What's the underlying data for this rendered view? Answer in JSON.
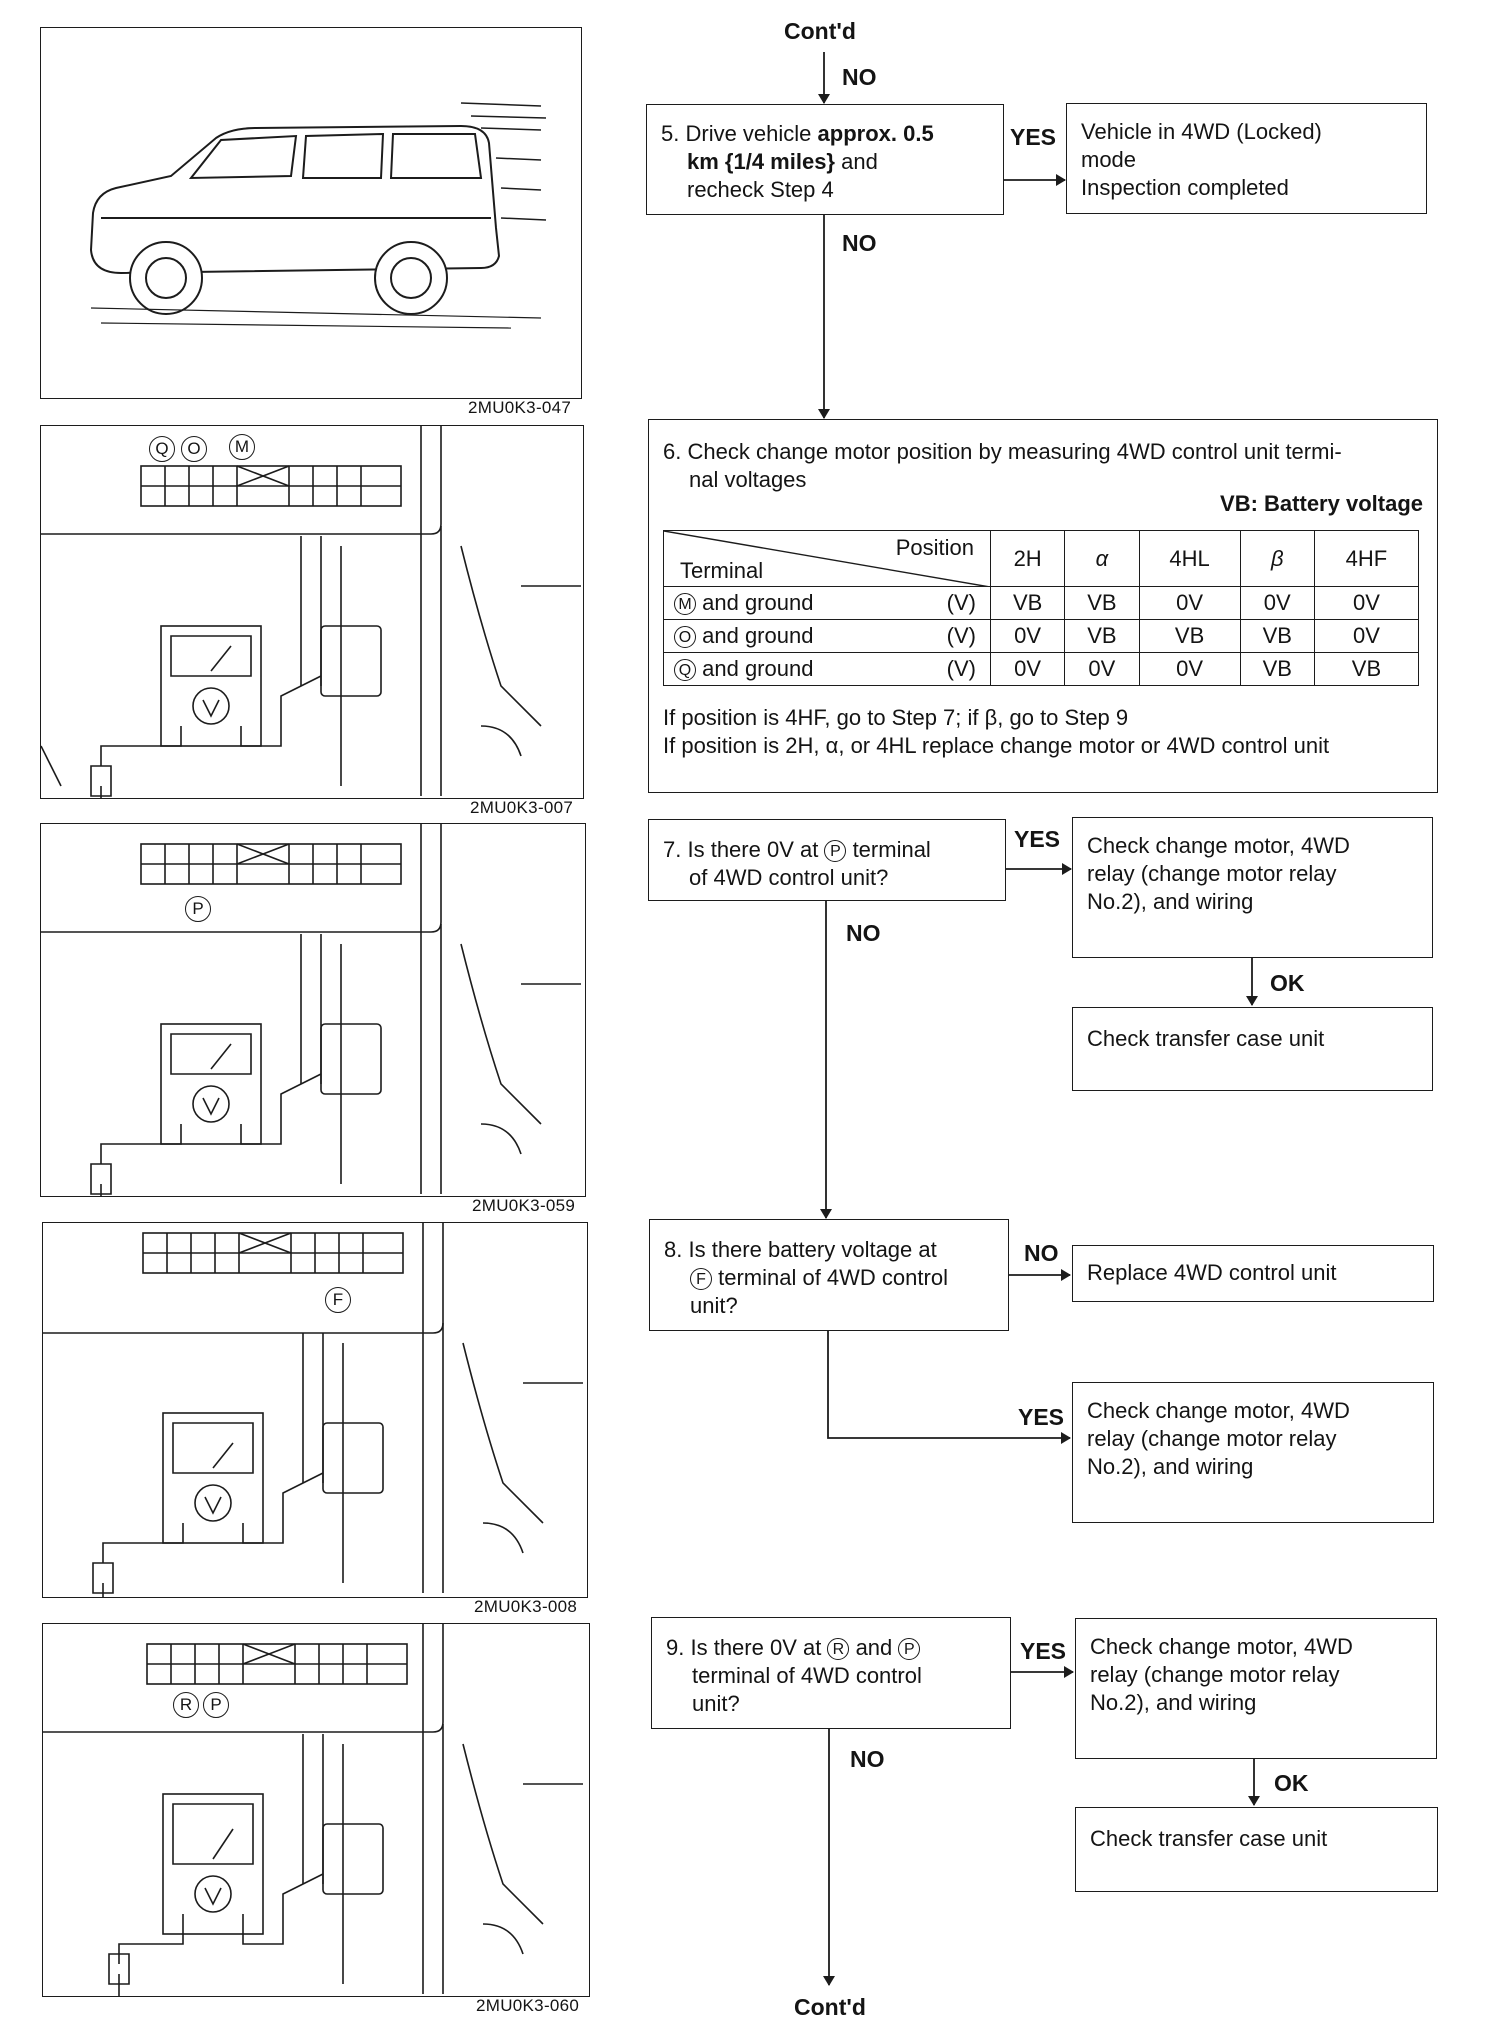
{
  "top_label": "Cont'd",
  "bottom_label": "Cont'd",
  "branch": {
    "yes": "YES",
    "no": "NO",
    "ok": "OK"
  },
  "captions": [
    "2MU0K3-047",
    "2MU0K3-007",
    "2MU0K3-059",
    "2MU0K3-008",
    "2MU0K3-060"
  ],
  "panel_terminals": {
    "p2": [
      "Q",
      "O",
      "M"
    ],
    "p3": [
      "P"
    ],
    "p4": [
      "F"
    ],
    "p5": [
      "R",
      "P"
    ]
  },
  "step5": {
    "num": "5.",
    "line1_plain": "Drive vehicle ",
    "line1_bold": "approx. 0.5",
    "line2_bold": "km {1/4 miles}",
    "line2_plain": " and",
    "line3": "recheck Step 4",
    "result": [
      "Vehicle in 4WD (Locked)",
      "mode",
      "Inspection completed"
    ]
  },
  "step6": {
    "num": "6.",
    "line1": "Check change motor position by measuring 4WD control unit termi-",
    "line2": "nal voltages",
    "vb_note": "VB: Battery voltage",
    "table": {
      "corner_position": "Position",
      "corner_terminal": "Terminal",
      "columns": [
        "2H",
        "α",
        "4HL",
        "β",
        "4HF"
      ],
      "rows": [
        {
          "terminal": "M",
          "label": "and ground",
          "unit": "(V)",
          "values": [
            "VB",
            "VB",
            "0V",
            "0V",
            "0V"
          ]
        },
        {
          "terminal": "O",
          "label": "and ground",
          "unit": "(V)",
          "values": [
            "0V",
            "VB",
            "VB",
            "VB",
            "0V"
          ]
        },
        {
          "terminal": "Q",
          "label": "and ground",
          "unit": "(V)",
          "values": [
            "0V",
            "0V",
            "0V",
            "VB",
            "VB"
          ]
        }
      ]
    },
    "note1": "If position is 4HF, go to Step 7; if β, go to Step 9",
    "note2": "If position is 2H, α, or 4HL replace change motor or 4WD control unit"
  },
  "step7": {
    "num": "7.",
    "line1a": "Is there 0V at ",
    "terminal": "P",
    "line1b": " terminal",
    "line2": "of 4WD control unit?",
    "yes_result": [
      "Check change motor, 4WD",
      "relay (change motor relay",
      "No.2), and wiring"
    ],
    "ok_result": "Check transfer case unit"
  },
  "step8": {
    "num": "8.",
    "line1": "Is there battery voltage at",
    "terminal": "F",
    "line2b": " terminal of 4WD control",
    "line3": "unit?",
    "no_result": "Replace 4WD control unit",
    "yes_result": [
      "Check change motor, 4WD",
      "relay (change motor relay",
      "No.2), and wiring"
    ]
  },
  "step9": {
    "num": "9.",
    "line1a": "Is there 0V at ",
    "terminal1": "R",
    "line1b": " and ",
    "terminal2": "P",
    "line2": "terminal of 4WD control",
    "line3": "unit?",
    "yes_result": [
      "Check change motor, 4WD",
      "relay (change motor relay",
      "No.2), and wiring"
    ],
    "ok_result": "Check transfer case unit"
  }
}
